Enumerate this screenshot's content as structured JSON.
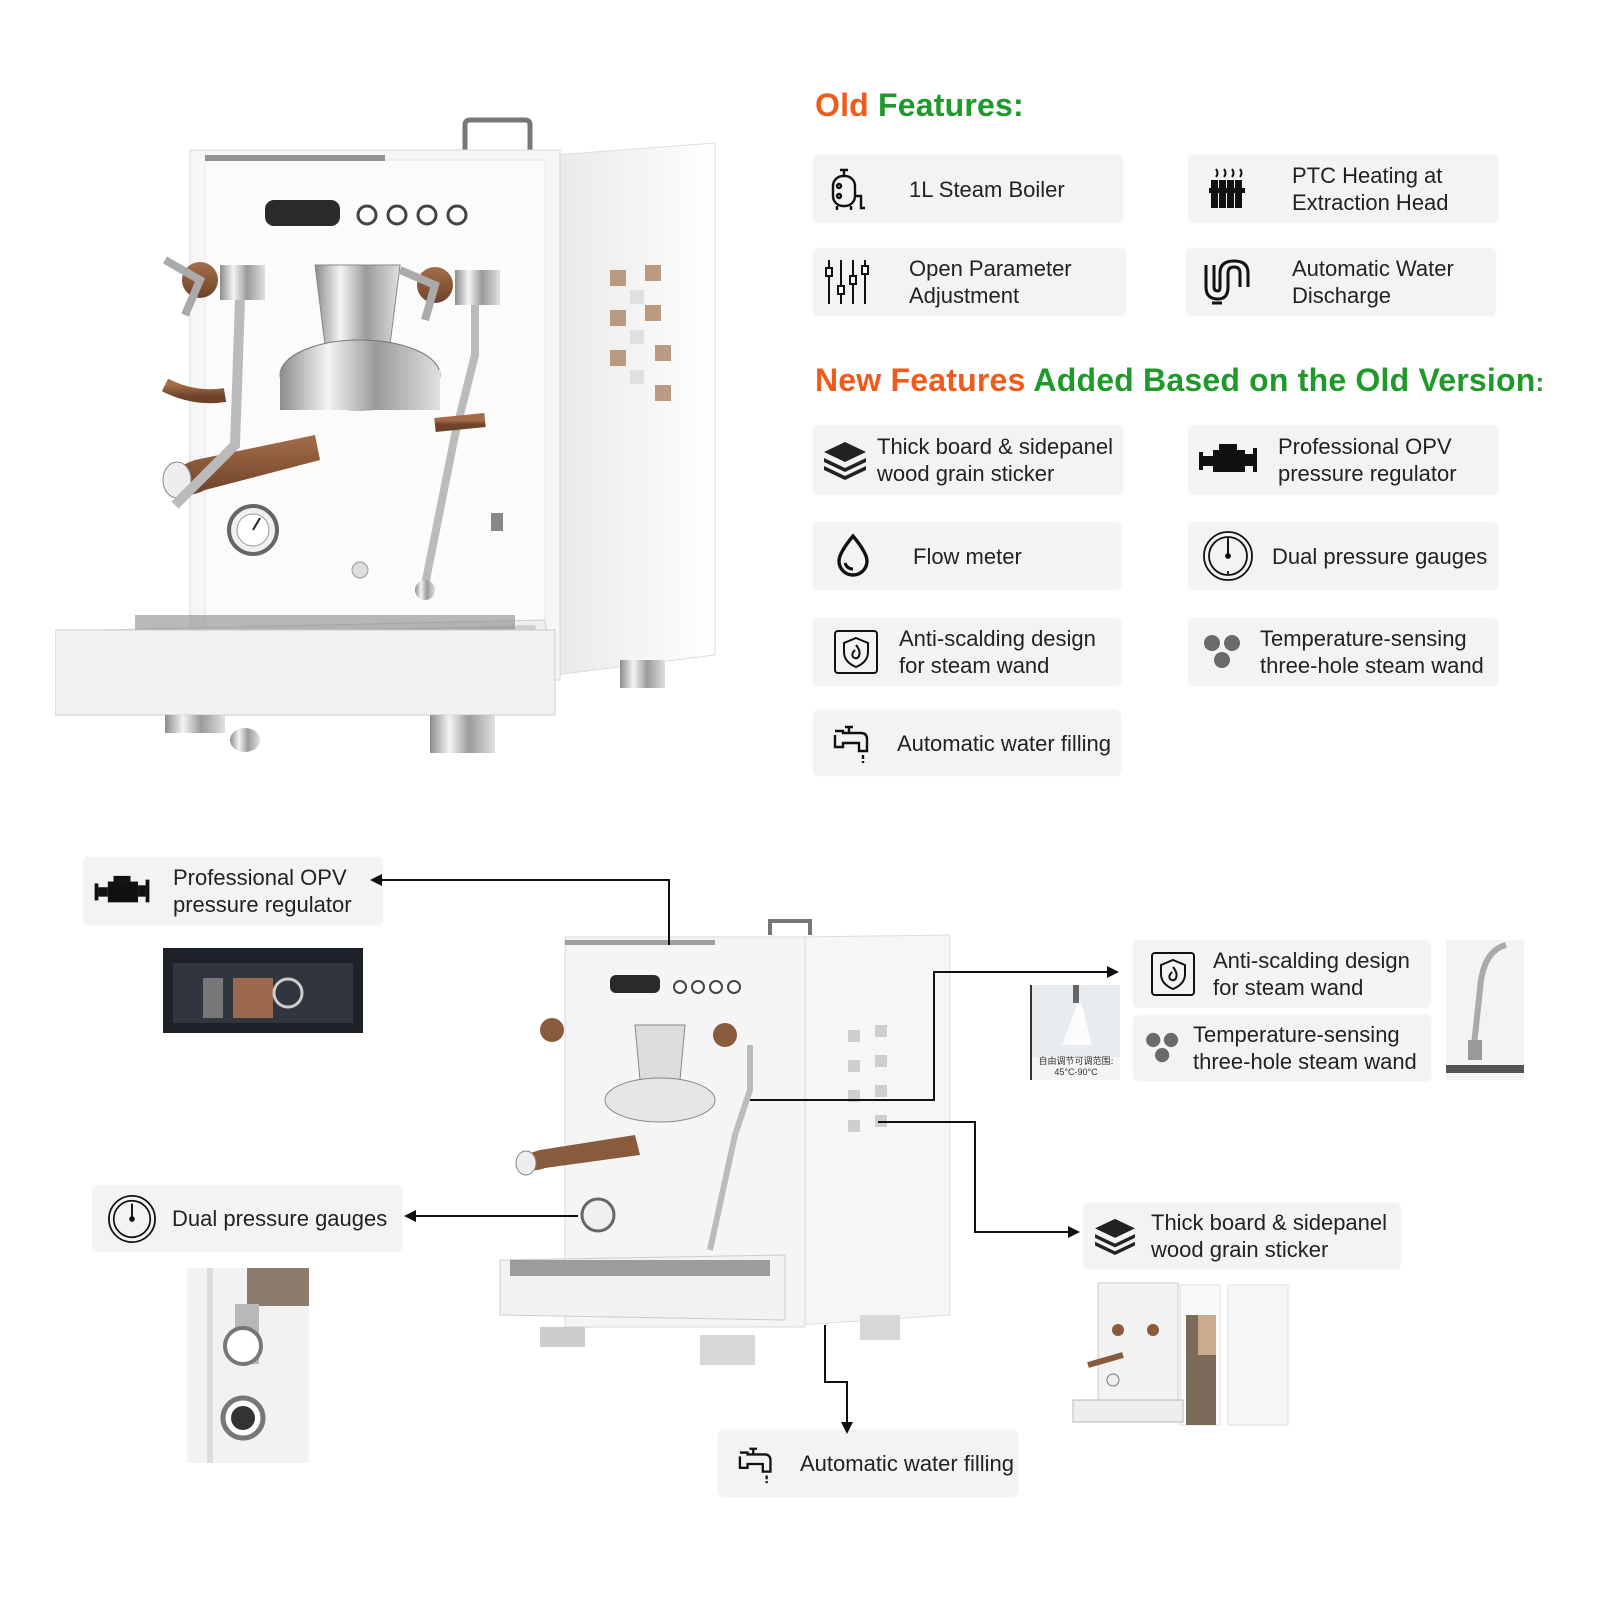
{
  "old_heading": {
    "part1": "Old",
    "part2": " Features:"
  },
  "old_features": [
    {
      "icon": "steam-boiler-icon",
      "label_lines": [
        "1L Steam Boiler"
      ]
    },
    {
      "icon": "ptc-heater-icon",
      "label_lines": [
        "PTC Heating at",
        "Extraction Head"
      ]
    },
    {
      "icon": "parameter-sliders-icon",
      "label_lines": [
        "Open Parameter",
        "Adjustment"
      ]
    },
    {
      "icon": "water-discharge-icon",
      "label_lines": [
        "Automatic Water",
        "Discharge"
      ]
    }
  ],
  "new_heading": {
    "part1": "New Features",
    "part2": " Added Based on the Old Version",
    "part3": ":"
  },
  "new_features": [
    {
      "icon": "layers-icon",
      "label_lines": [
        "Thick board & sidepanel",
        "wood grain sticker"
      ]
    },
    {
      "icon": "engine-icon",
      "label_lines": [
        "Professional OPV",
        "pressure regulator"
      ]
    },
    {
      "icon": "water-drop-icon",
      "label_lines": [
        "Flow meter"
      ]
    },
    {
      "icon": "gauge-icon",
      "label_lines": [
        "Dual pressure gauges"
      ]
    },
    {
      "icon": "shield-flame-icon",
      "label_lines": [
        "Anti-scalding design",
        "for steam wand"
      ]
    },
    {
      "icon": "three-dots-icon",
      "label_lines": [
        "Temperature-sensing",
        "three-hole steam wand"
      ]
    },
    {
      "icon": "faucet-icon",
      "label_lines": [
        "Automatic water filling"
      ]
    }
  ],
  "callouts": {
    "opv": [
      "Professional OPV",
      "pressure regulator"
    ],
    "gauges": [
      "Dual pressure gauges"
    ],
    "anti_scald": [
      "Anti-scalding design",
      "for steam wand"
    ],
    "temp_wand": [
      "Temperature-sensing",
      "three-hole steam wand"
    ],
    "board": [
      "Thick board & sidepanel",
      "wood grain sticker"
    ],
    "water_fill": [
      "Automatic water filling"
    ]
  },
  "thumb_text": {
    "line1": "自由调节可调范围:",
    "line2": "45°C-90°C"
  },
  "colors": {
    "orange": "#f05a1a",
    "green": "#1f9a2a",
    "card_bg": "#f3f3f3",
    "wood": "#8a5a3c"
  }
}
